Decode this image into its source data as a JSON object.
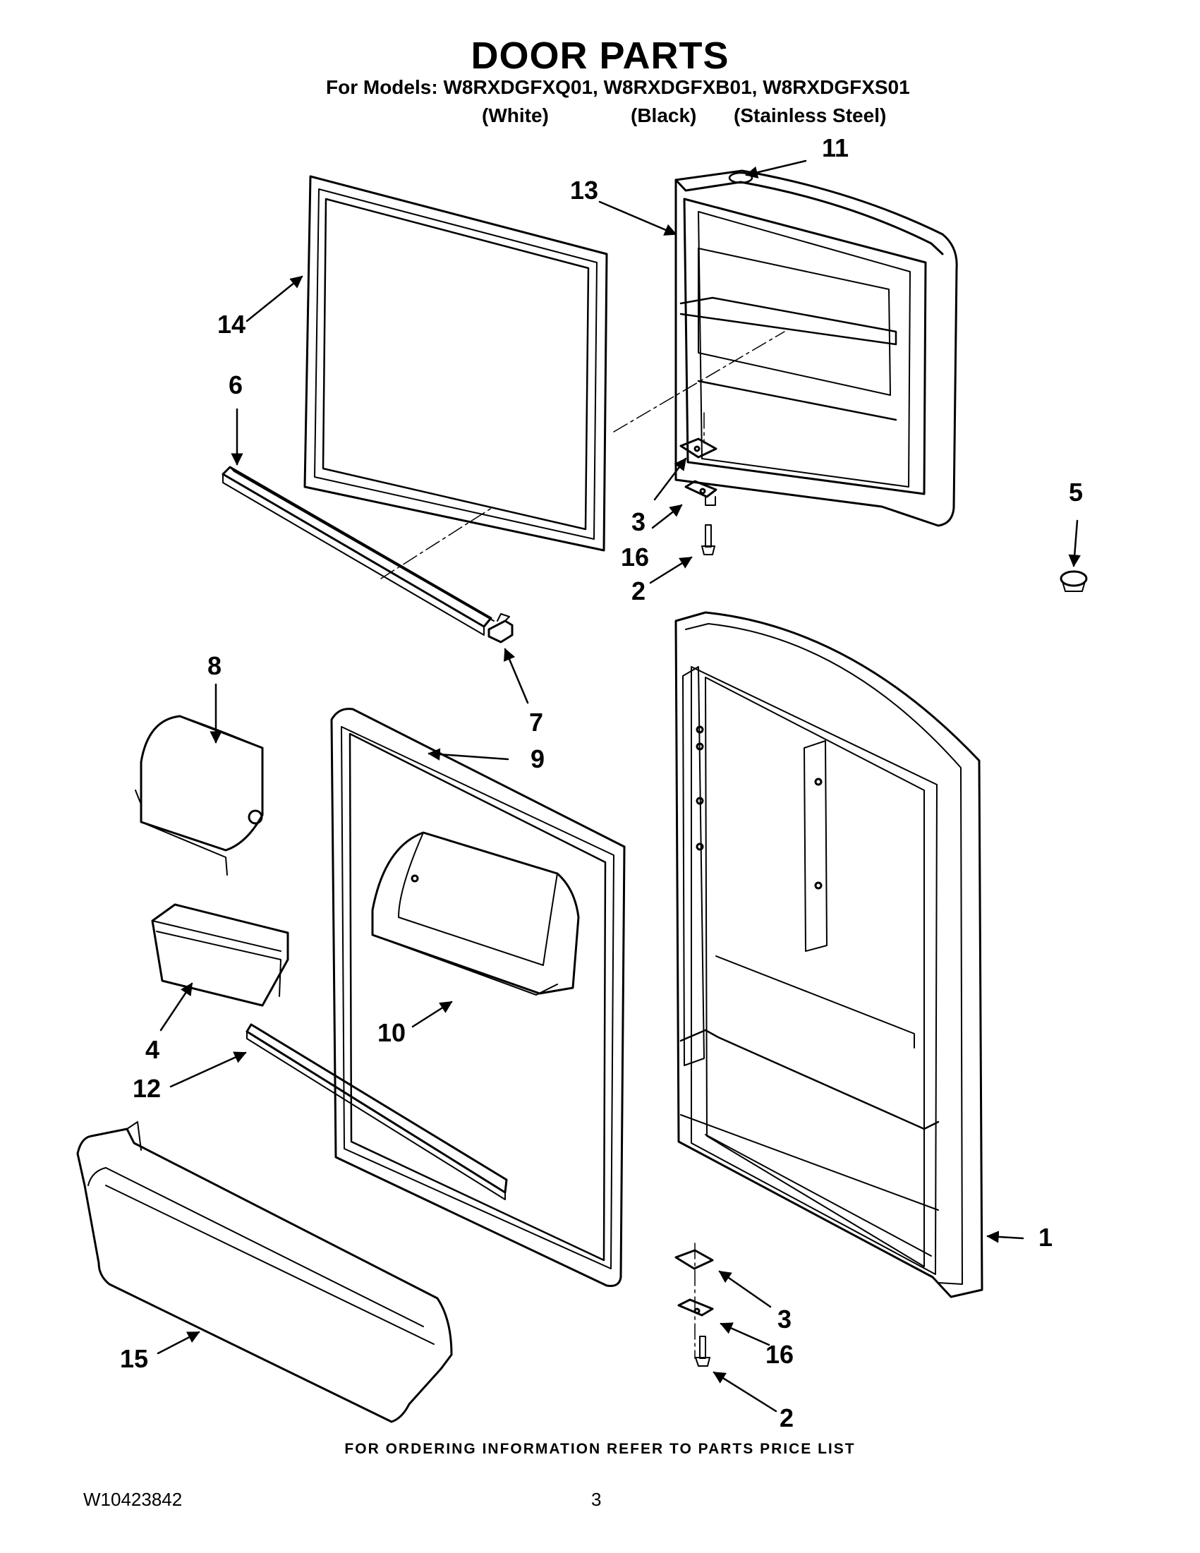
{
  "header": {
    "title": "DOOR PARTS",
    "models_line": "For Models: W8RXDGFXQ01, W8RXDGFXB01, W8RXDGFXS01",
    "variants": [
      "(White)",
      "(Black)",
      "(Stainless Steel)"
    ]
  },
  "callouts": {
    "c11": "11",
    "c13": "13",
    "c14": "14",
    "c6": "6",
    "c3a": "3",
    "c16a": "16",
    "c2a": "2",
    "c5": "5",
    "c8": "8",
    "c7": "7",
    "c9": "9",
    "c4": "4",
    "c10": "10",
    "c12": "12",
    "c1": "1",
    "c3b": "3",
    "c16b": "16",
    "c15": "15",
    "c2b": "2"
  },
  "footer": {
    "note": "FOR ORDERING INFORMATION REFER TO PARTS PRICE LIST",
    "doc_number": "W10423842",
    "page_number": "3"
  }
}
